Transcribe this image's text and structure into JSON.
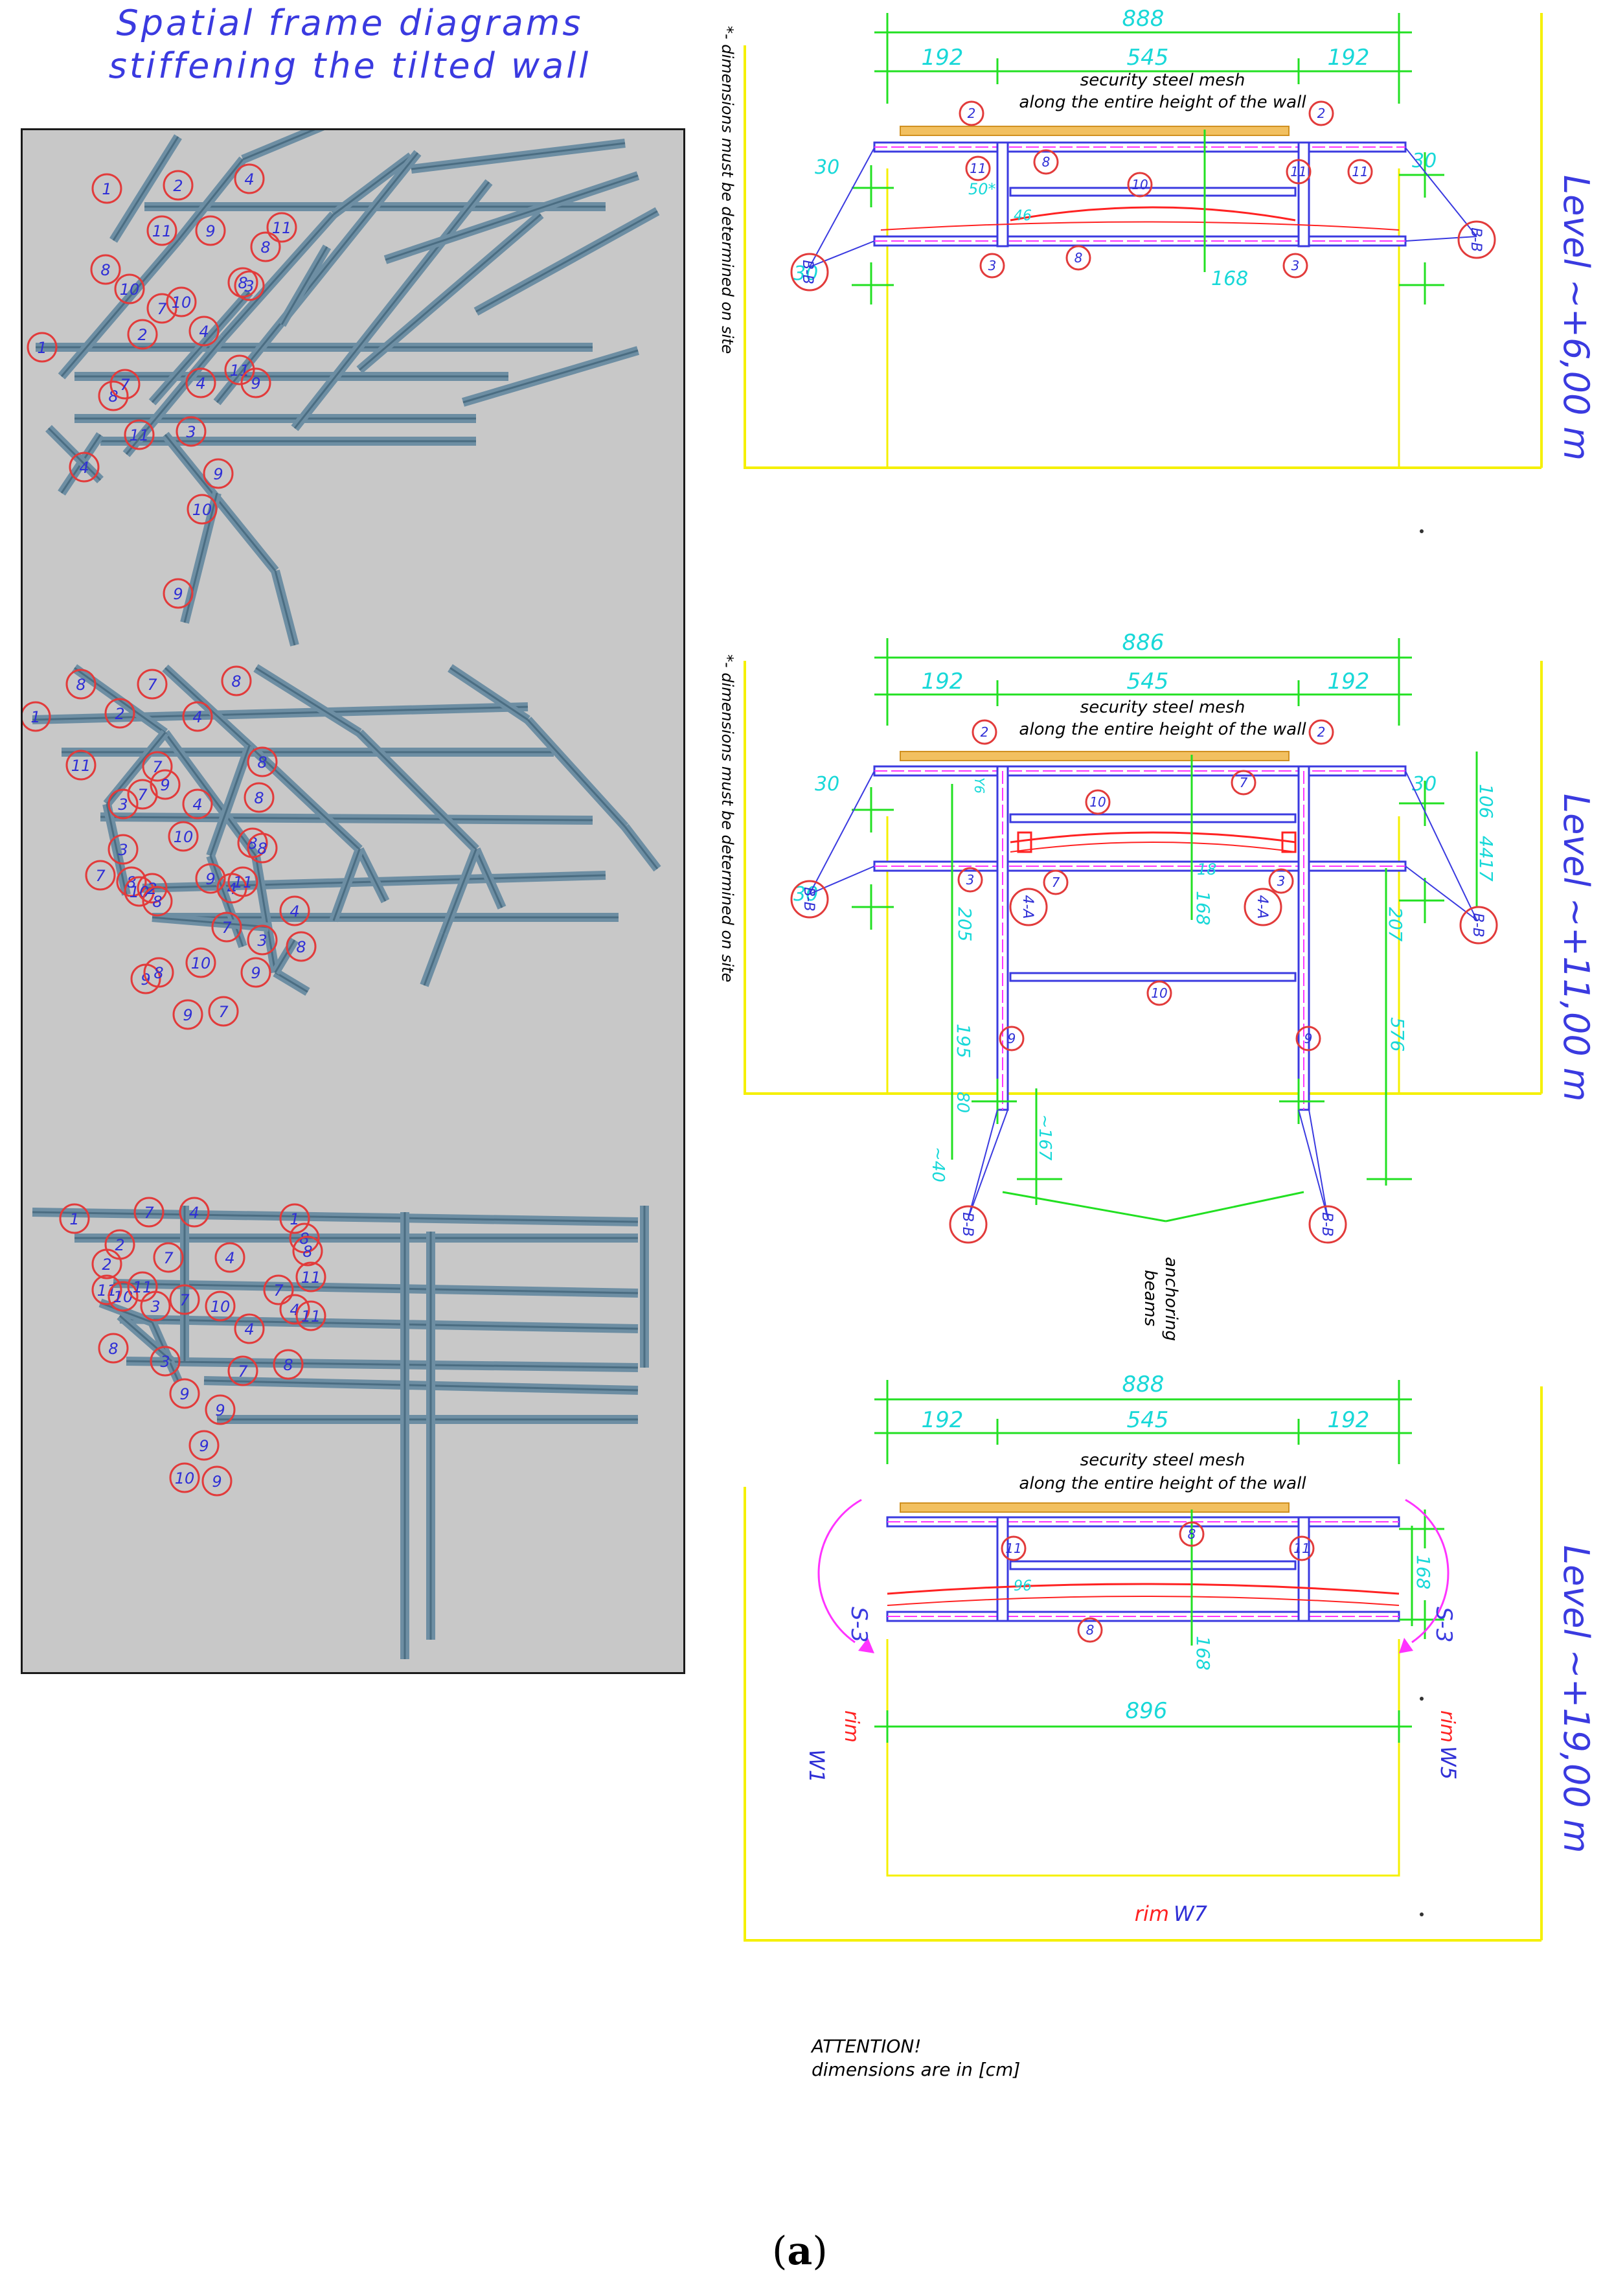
{
  "left_panel": {
    "title_line1": "Spatial frame diagrams",
    "title_line2": "stiffening the tilted wall",
    "frames": [
      {
        "labels": [
          "1",
          "2",
          "4",
          "11",
          "8",
          "11",
          "9",
          "8",
          "10",
          "7",
          "10",
          "3",
          "4",
          "8",
          "1",
          "2",
          "4",
          "11",
          "8",
          "9",
          "7",
          "11",
          "3",
          "4",
          "9",
          "10",
          "9"
        ]
      },
      {
        "labels": [
          "8",
          "7",
          "8",
          "1",
          "2",
          "4",
          "8",
          "11",
          "7",
          "9",
          "3",
          "7",
          "4",
          "8",
          "8",
          "3",
          "10",
          "8",
          "7",
          "8",
          "10",
          "2",
          "9",
          "4",
          "11",
          "8",
          "7",
          "3",
          "4",
          "8",
          "9",
          "8",
          "10",
          "9",
          "7",
          "9"
        ]
      },
      {
        "labels": [
          "1",
          "2",
          "7",
          "4",
          "1",
          "8",
          "2",
          "7",
          "4",
          "8",
          "11",
          "10",
          "11",
          "3",
          "7",
          "10",
          "7",
          "4",
          "11",
          "11",
          "8",
          "4",
          "3",
          "7",
          "8",
          "9",
          "9",
          "10",
          "9",
          "9"
        ]
      }
    ]
  },
  "plans": [
    {
      "level": "Level ~+6,00 m",
      "dims_top": [
        "888",
        "192",
        "545",
        "192"
      ],
      "mesh_line1": "security steel mesh",
      "mesh_line2": "along the entire height of the wall",
      "note": "*- dimensions must be determined on site",
      "dims_other": [
        "30",
        "30",
        "30",
        "168",
        "50*",
        "46"
      ],
      "section_tags": [
        "B-B",
        "B-B"
      ],
      "member_marks": [
        "2",
        "2",
        "11",
        "8",
        "11",
        "10",
        "11",
        "3",
        "8",
        "3"
      ]
    },
    {
      "level": "Level ~+11,00 m",
      "dims_top": [
        "886",
        "192",
        "545",
        "192"
      ],
      "mesh_line1": "security steel mesh",
      "mesh_line2": "along the entire height of the wall",
      "note": "*- dimensions must be determined on site",
      "dims_other": [
        "30",
        "30",
        "30",
        "106",
        "44",
        "17",
        "205",
        "168",
        "207",
        "576",
        "195",
        "80",
        "~40",
        "~167",
        "Y6",
        "18"
      ],
      "section_tags": [
        "B-B",
        "B-B",
        "B-B",
        "B-B",
        "4-A",
        "4-A"
      ],
      "member_marks": [
        "2",
        "2",
        "10",
        "7",
        "3",
        "7",
        "3",
        "10",
        "9",
        "9"
      ],
      "anchoring_line1": "anchoring",
      "anchoring_line2": "beams"
    },
    {
      "level": "Level ~+19,00 m",
      "dims_top": [
        "888",
        "192",
        "545",
        "192"
      ],
      "dim_bottom": "896",
      "mesh_line1": "security steel mesh",
      "mesh_line2": "along the entire height of the wall",
      "dims_other": [
        "168",
        "168",
        "96"
      ],
      "section_tags": [
        "S-3",
        "S-3"
      ],
      "member_marks": [
        "11",
        "8",
        "11",
        "8"
      ],
      "rim_left": {
        "word": "rim",
        "id": "W1"
      },
      "rim_right": {
        "word": "rim",
        "id": "W5"
      },
      "rim_bottom": {
        "word": "rim",
        "id": "W7"
      }
    }
  ],
  "attention_line1": "ATTENTION!",
  "attention_line2": "dimensions are in [cm]",
  "caption_open": "(",
  "caption_letter": "a",
  "caption_close": ")",
  "colors": {
    "panel_bg": "#c8c8c8",
    "beam": "#6d8ea3",
    "circle": "#e23b3b",
    "label_blue": "#2f2fd6",
    "dim_green": "#22e022",
    "cyan": "#18d8d8",
    "yellow": "#f5f000",
    "magenta": "#ff33ff",
    "red": "#ff2222"
  }
}
